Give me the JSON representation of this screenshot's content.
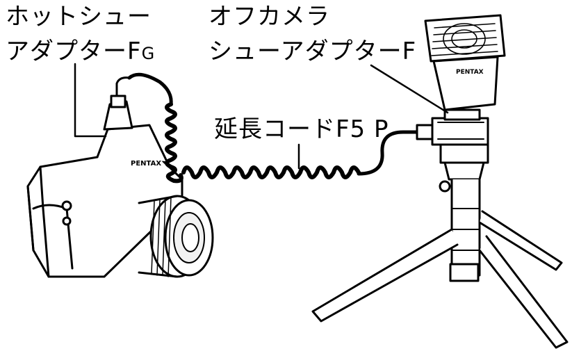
{
  "labels": {
    "hotshoe_line1": "ホットシュー",
    "hotshoe_line2_main": "アダプターF",
    "hotshoe_line2_sub": "G",
    "offcamera_line1": "オフカメラ",
    "offcamera_line2": "シューアダプターF",
    "cord": "延長コードF5 P"
  },
  "flash_brand": "PENTAX",
  "camera_brand": "PENTAX",
  "colors": {
    "ink": "#000000",
    "paper": "#ffffff",
    "shade": "#d8d8d8"
  }
}
